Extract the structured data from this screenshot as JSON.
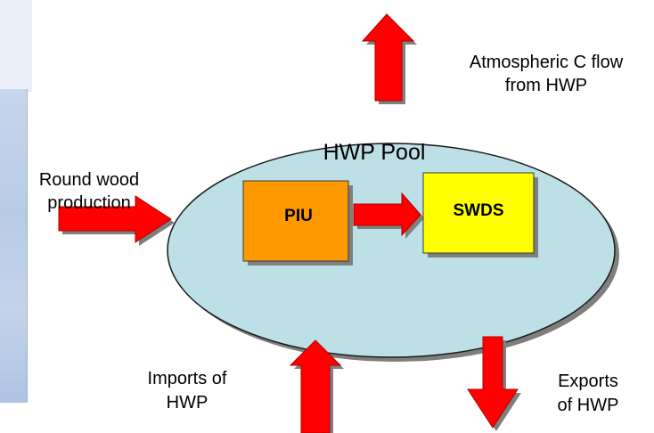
{
  "diagram": {
    "pool": {
      "label": "HWP Pool"
    },
    "boxes": {
      "piu": "PIU",
      "swds": "SWDS"
    },
    "flows": {
      "atmospheric_line1": "Atmospheric C flow",
      "atmospheric_line2": "from HWP",
      "roundwood_line1": "Round wood",
      "roundwood_line2": "production",
      "imports_line1": "Imports of",
      "imports_line2": "HWP",
      "exports_line1": "Exports",
      "exports_line2": "of HWP"
    }
  },
  "colors": {
    "pool_fill": "#bde0e6",
    "pool_stroke": "#1a1a1a",
    "arrow_fill": "#ff0000",
    "piu_fill": "#ff9900",
    "swds_fill": "#ffff00",
    "shadow": "#8c8c8c"
  }
}
